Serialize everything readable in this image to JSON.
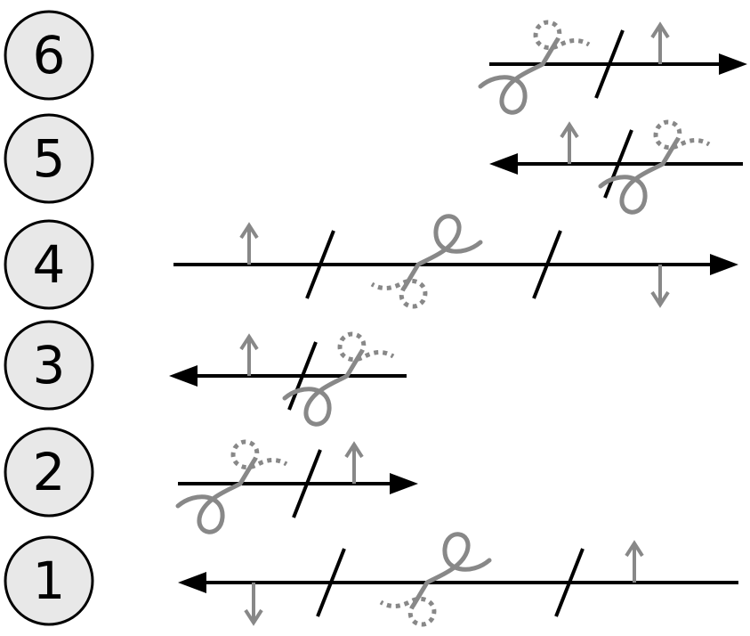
{
  "rows": [
    {
      "label": "6",
      "direction": "right"
    },
    {
      "label": "5",
      "direction": "left"
    },
    {
      "label": "4",
      "direction": "right"
    },
    {
      "label": "3",
      "direction": "left"
    },
    {
      "label": "2",
      "direction": "right"
    },
    {
      "label": "1",
      "direction": "left"
    }
  ],
  "colors": {
    "line": "#000000",
    "loop": "#888888",
    "circle_fill": "#e8e8e8"
  }
}
